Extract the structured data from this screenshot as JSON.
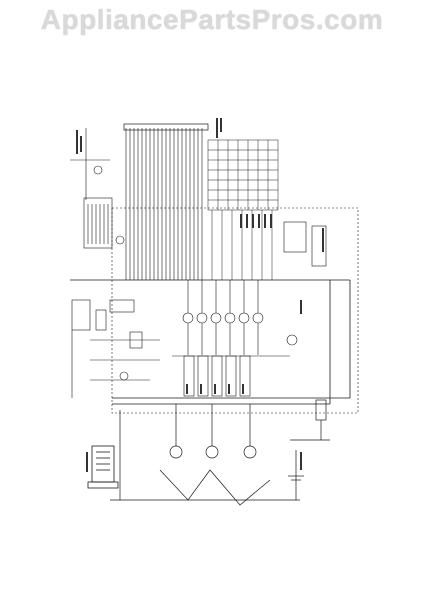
{
  "watermark": {
    "text": "AppliancePartsPros.com"
  },
  "colors": {
    "ink": "#1a1a1a",
    "watermark": "#d9d9d9",
    "background": "#ffffff"
  },
  "diagram": {
    "kind": "wiring-schematic",
    "orientation": "rotated-90"
  }
}
